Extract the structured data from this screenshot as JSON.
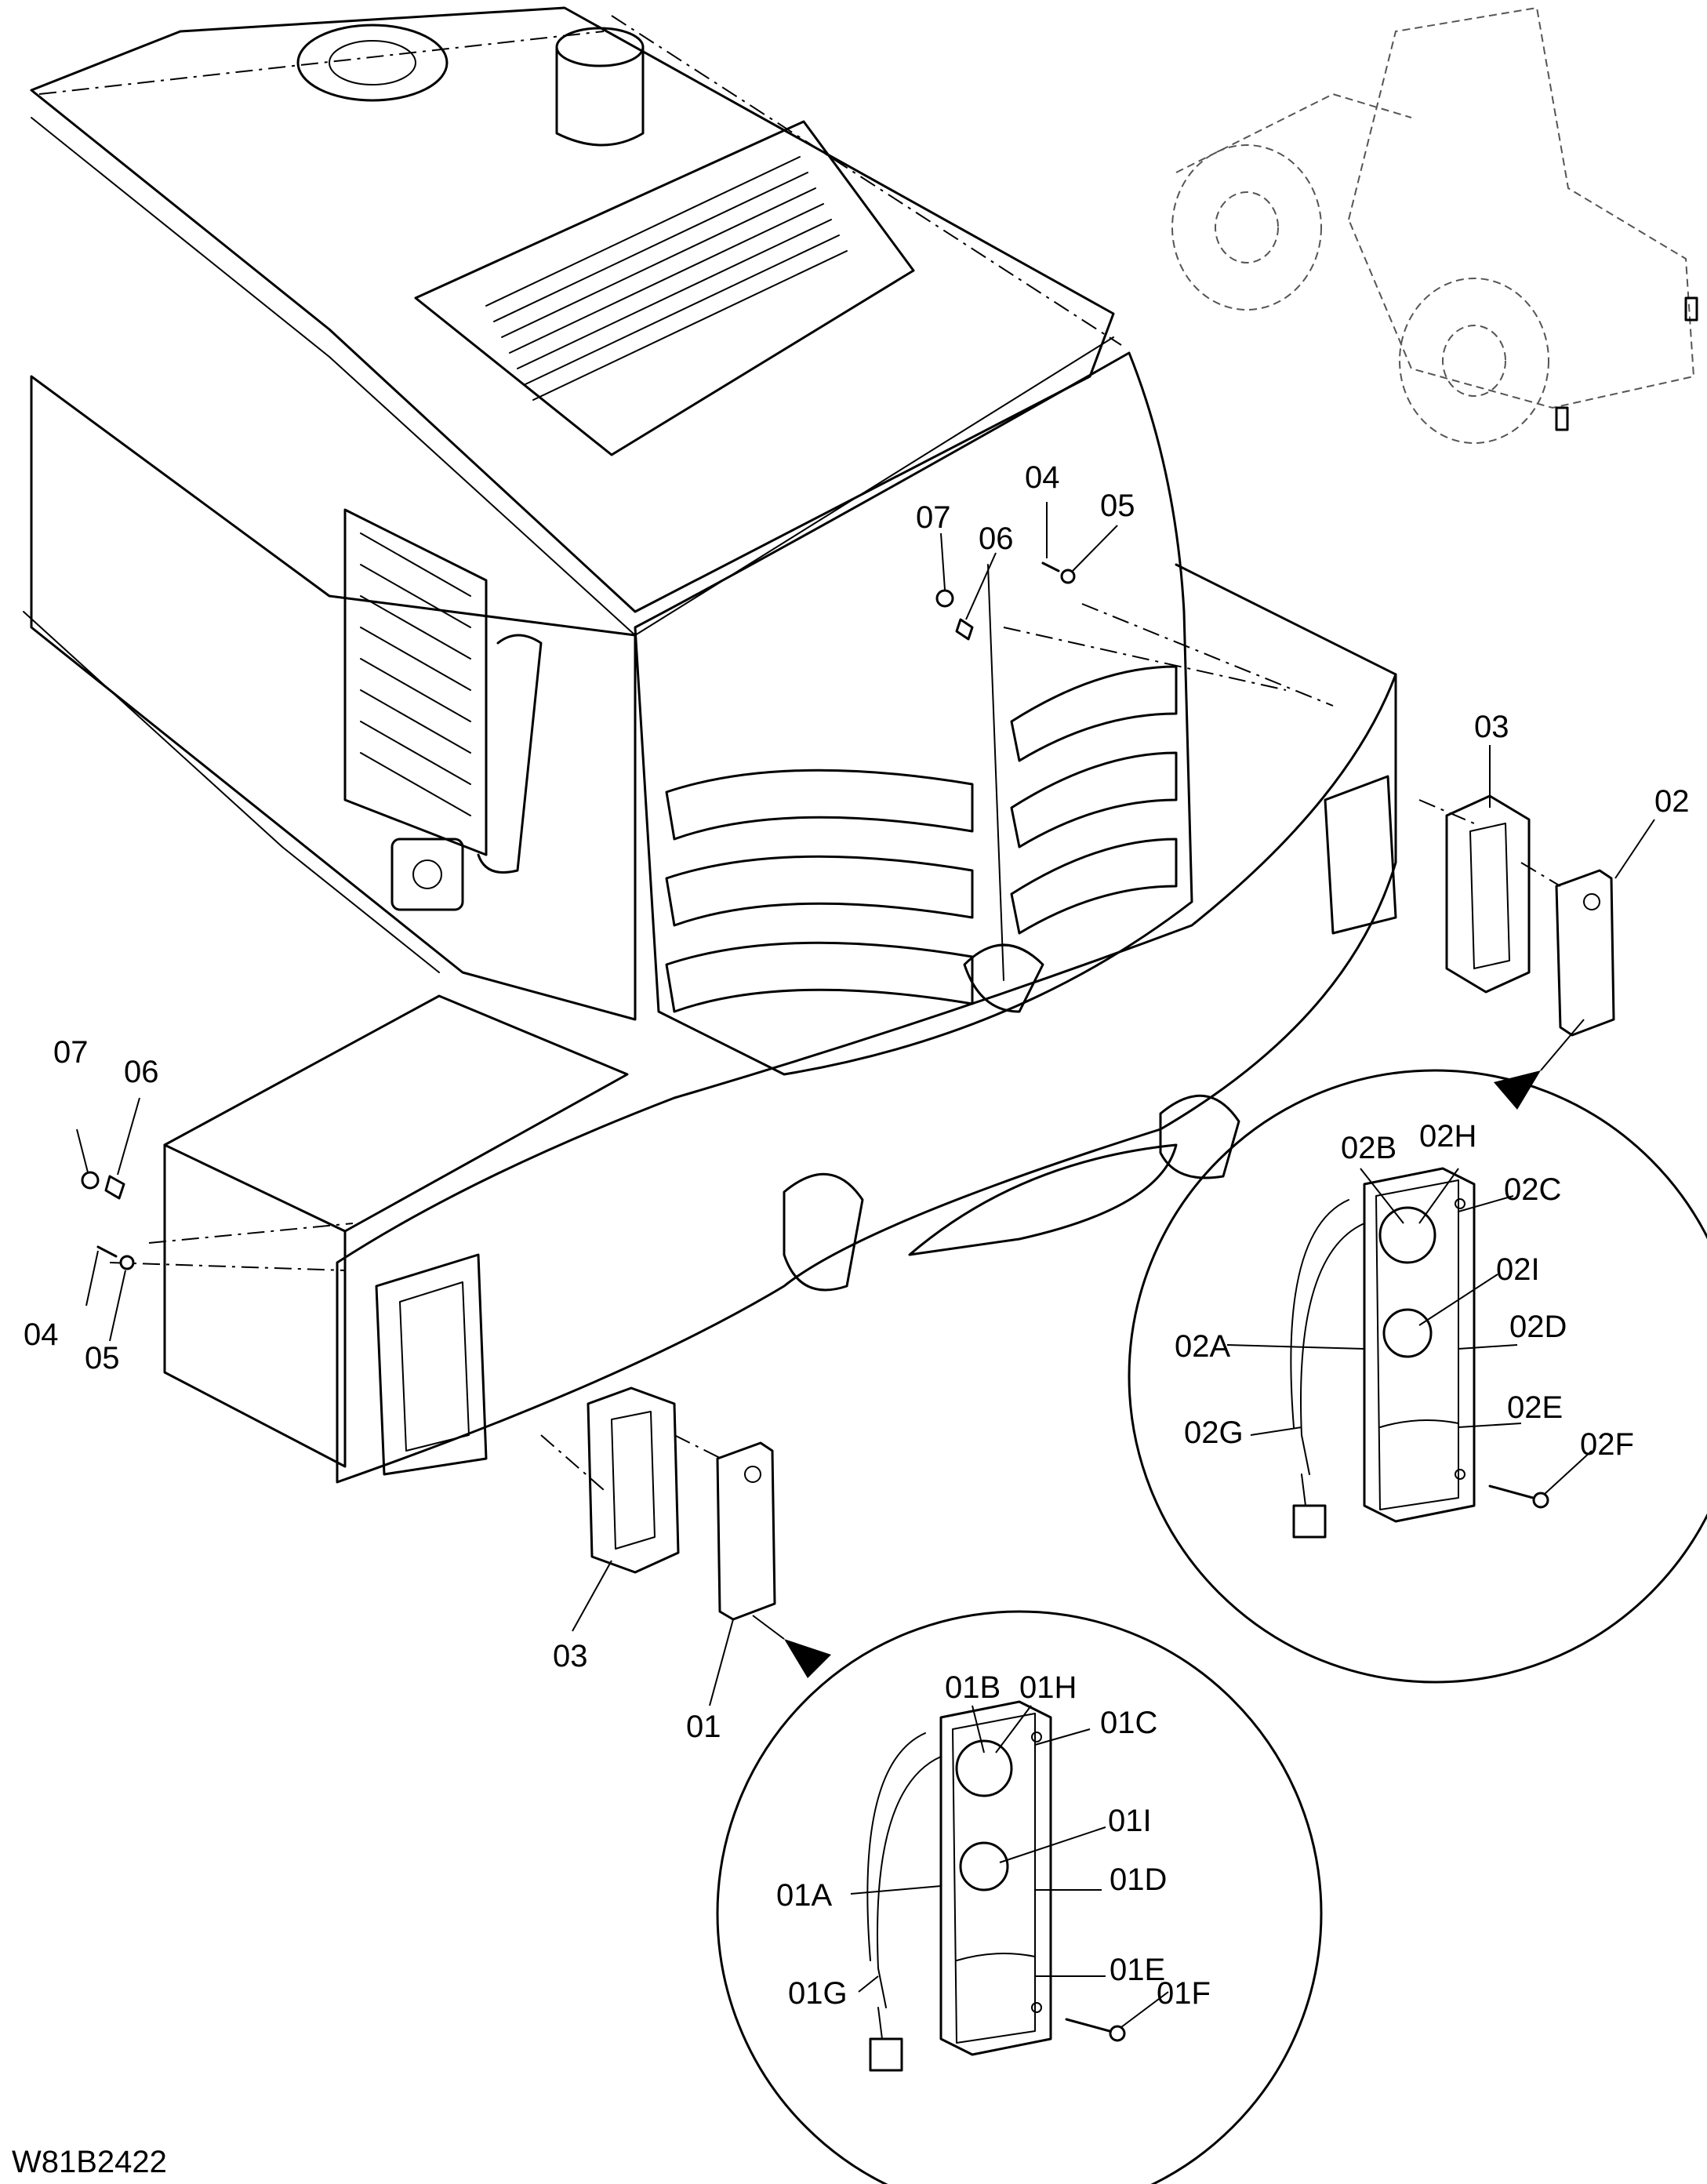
{
  "drawing_code": "W81B2422",
  "callouts": {
    "c07_top": "07",
    "c06_top": "06",
    "c04_top": "04",
    "c05_top": "05",
    "c03_right": "03",
    "c02_right": "02",
    "c07_left": "07",
    "c06_left": "06",
    "c04_left": "04",
    "c05_left": "05",
    "c03_bottom": "03",
    "c01_bottom": "01"
  },
  "detail_02": {
    "labels": [
      "02B",
      "02H",
      "02C",
      "02I",
      "02A",
      "02D",
      "02G",
      "02E",
      "02F"
    ]
  },
  "detail_01": {
    "labels": [
      "01B",
      "01H",
      "01C",
      "01I",
      "01A",
      "01D",
      "01G",
      "01E",
      "01F"
    ]
  }
}
